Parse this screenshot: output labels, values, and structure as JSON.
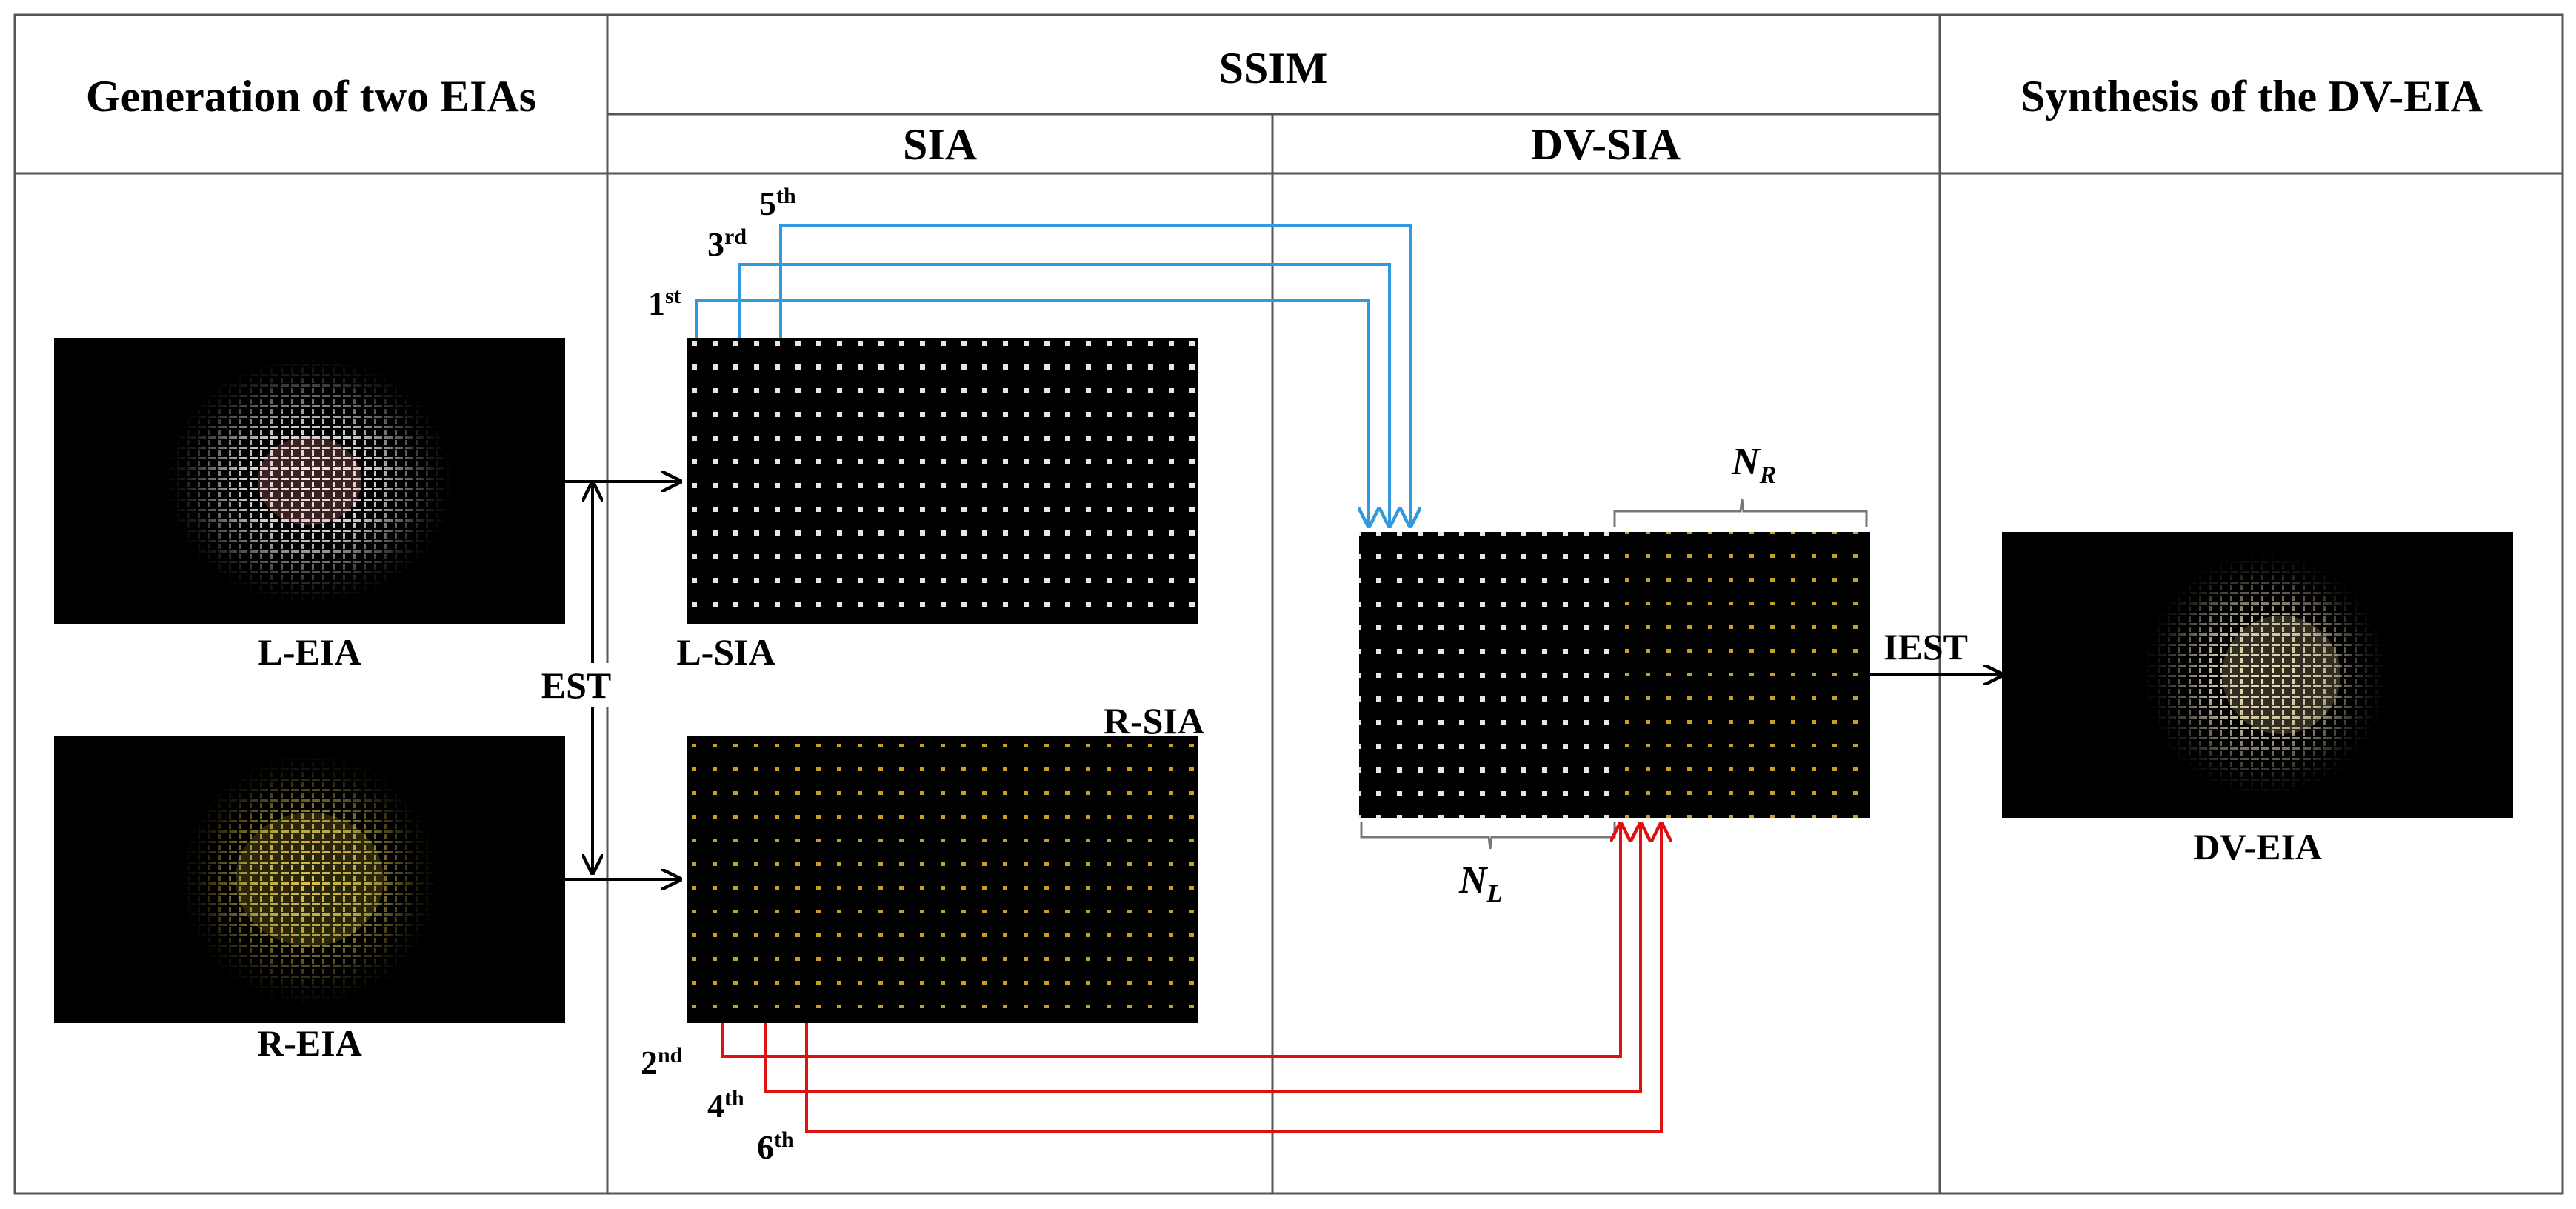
{
  "headers": {
    "generation": "Generation of two EIAs",
    "ssim": "SSIM",
    "sia": "SIA",
    "dv_sia": "DV-SIA",
    "synthesis": "Synthesis of the DV-EIA"
  },
  "images": {
    "l_eia": "L-EIA",
    "r_eia": "R-EIA",
    "l_sia": "L-SIA",
    "r_sia": "R-SIA",
    "dv_eia": "DV-EIA"
  },
  "arrows": {
    "est": "EST",
    "iest": "IEST"
  },
  "orders": {
    "first": {
      "num": "1",
      "suffix": "st"
    },
    "second": {
      "num": "2",
      "suffix": "nd"
    },
    "third": {
      "num": "3",
      "suffix": "rd"
    },
    "fourth": {
      "num": "4",
      "suffix": "th"
    },
    "fifth": {
      "num": "5",
      "suffix": "th"
    },
    "sixth": {
      "num": "6",
      "suffix": "th"
    }
  },
  "braces": {
    "nl": {
      "base": "N",
      "sub": "L"
    },
    "nr": {
      "base": "N",
      "sub": "R"
    }
  },
  "colors": {
    "blue_arrows": "#3399dd",
    "red_arrows": "#dd1111",
    "white_dots": "#e6e6e6",
    "yellow_dots": "#c8a020"
  }
}
